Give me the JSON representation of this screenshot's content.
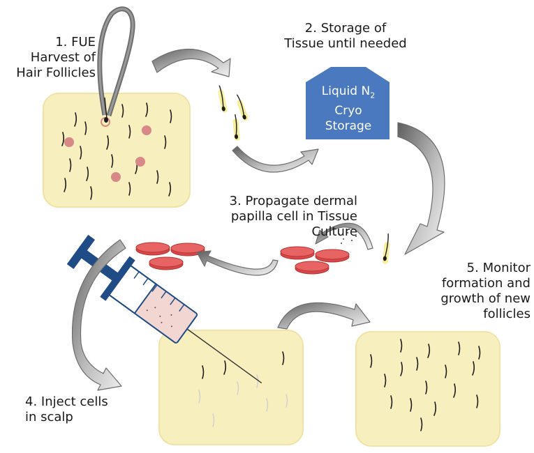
{
  "steps": {
    "step1": [
      "1. FUE",
      "Harvest of",
      "Hair Follicles"
    ],
    "step2": [
      "2. Storage of",
      "Tissue until needed"
    ],
    "step3": [
      "3. Propagate dermal",
      "papilla cell in Tissue",
      "Culture"
    ],
    "step4": [
      "4. Inject cells",
      "in scalp"
    ],
    "step5": [
      "5. Monitor",
      "formation and",
      "growth of new",
      "follicles"
    ]
  },
  "cryo_storage": {
    "line1_text": "Liquid N",
    "line1_subscript": "2",
    "line2": "Cryo",
    "line3": "Storage"
  },
  "colors": {
    "skin": "#f8efbe",
    "skin_border": "#efe3a6",
    "cryo_blue": "#4b79c0",
    "petri_red": "#d84848",
    "dot_pink": "#d98888",
    "syringe_blue": "#1f4b86",
    "syringe_fluid": "#f1d6d2",
    "arrow_gray": "#9b9b9b"
  }
}
